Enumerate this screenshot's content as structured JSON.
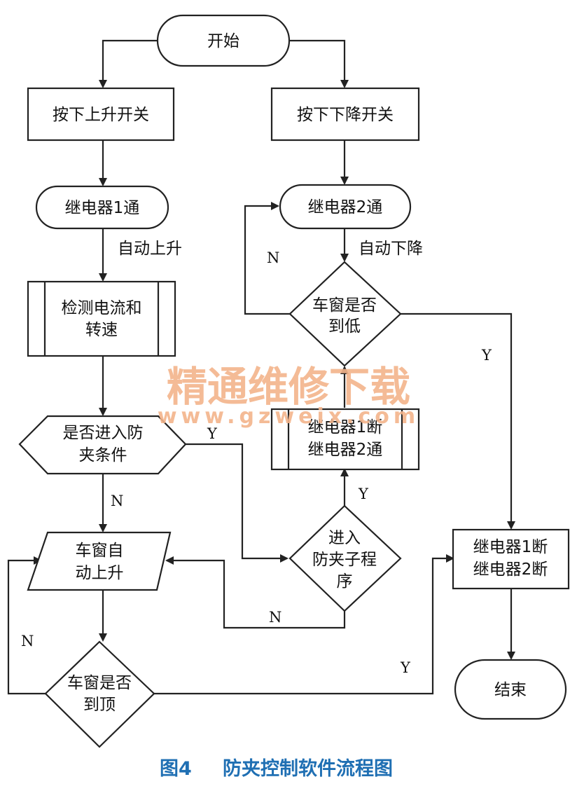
{
  "nodes": {
    "start": "开始",
    "up_switch": "按下上升开关",
    "down_switch": "按下下降开关",
    "relay1_on": "继电器1通",
    "relay2_on": "继电器2通",
    "auto_up": "自动上升",
    "auto_down": "自动下降",
    "detect_line1": "检测电流和",
    "detect_line2": "转速",
    "window_low_line1": "车窗是否",
    "window_low_line2": "到低",
    "relay1_off_relay2_on_line1": "继电器1断",
    "relay1_off_relay2_on_line2": "继电器2通",
    "anti_pinch_cond_line1": "是否进入防",
    "anti_pinch_cond_line2": "夹条件",
    "window_auto_up_line1": "车窗自",
    "window_auto_up_line2": "动上升",
    "enter_sub_line1": "进入",
    "enter_sub_line2": "防夹子程",
    "enter_sub_line3": "序",
    "both_off_line1": "继电器1断",
    "both_off_line2": "继电器2断",
    "window_top_line1": "车窗是否",
    "window_top_line2": "到顶",
    "end": "结束"
  },
  "edge_labels": {
    "low_no": "N",
    "low_yes": "Y",
    "cond_yes": "Y",
    "cond_no": "N",
    "sub_yes": "Y",
    "sub_no": "N",
    "top_no": "N",
    "top_yes": "Y"
  },
  "watermark": {
    "line1": "精通维修下载",
    "line2": "www.gzweix.com"
  },
  "caption": {
    "figure_number": "图4",
    "title": "防夹控制软件流程图"
  },
  "colors": {
    "caption": "#1f6fb3",
    "watermark": "#f3b48b",
    "line": "#222222"
  }
}
